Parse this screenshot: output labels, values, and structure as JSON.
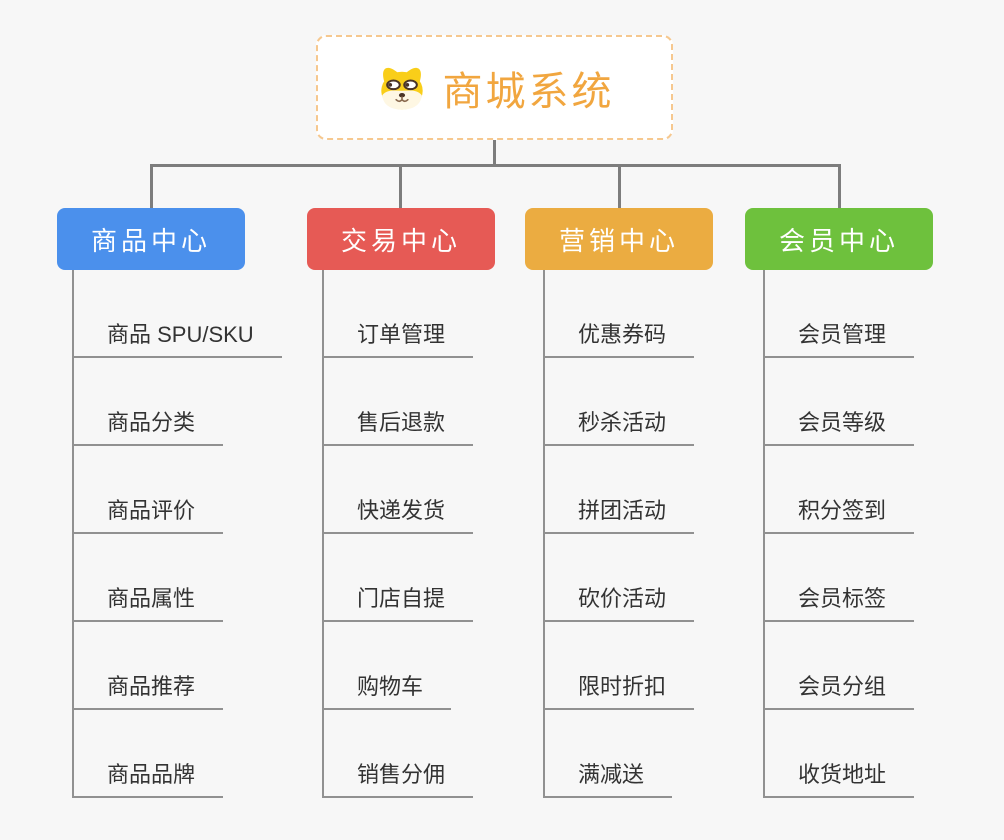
{
  "colors": {
    "connector_color": "#7d7d7d",
    "child_line_color": "#919191",
    "child_text_color": "#333333",
    "canvas_bg": "#f7f7f7"
  },
  "root": {
    "title": "商城系统",
    "icon": "dog-face-icon",
    "text_color": "#f1a63f",
    "border_color": "#f6c88f"
  },
  "branches": [
    {
      "label": "商品中心",
      "color": "#4b90ec",
      "items": [
        "商品 SPU/SKU",
        "商品分类",
        "商品评价",
        "商品属性",
        "商品推荐",
        "商品品牌"
      ]
    },
    {
      "label": "交易中心",
      "color": "#e65a55",
      "items": [
        "订单管理",
        "售后退款",
        "快递发货",
        "门店自提",
        "购物车",
        "销售分佣"
      ]
    },
    {
      "label": "营销中心",
      "color": "#ebac41",
      "items": [
        "优惠券码",
        "秒杀活动",
        "拼团活动",
        "砍价活动",
        "限时折扣",
        "满减送"
      ]
    },
    {
      "label": "会员中心",
      "color": "#6ec13d",
      "items": [
        "会员管理",
        "会员等级",
        "积分签到",
        "会员标签",
        "会员分组",
        "收货地址"
      ]
    }
  ]
}
